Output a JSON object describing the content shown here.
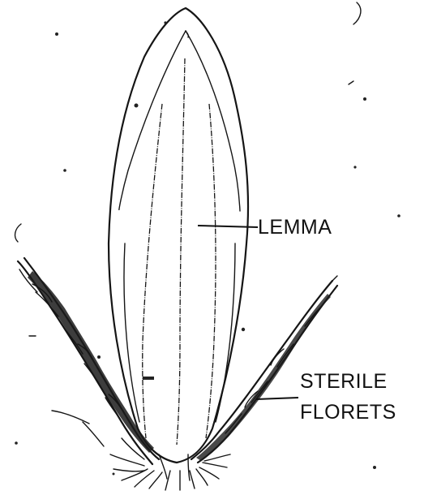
{
  "diagram": {
    "labels": {
      "lemma": "LEMMA",
      "sterile_line1": "STERILE",
      "sterile_line2": "FLORETS"
    }
  }
}
